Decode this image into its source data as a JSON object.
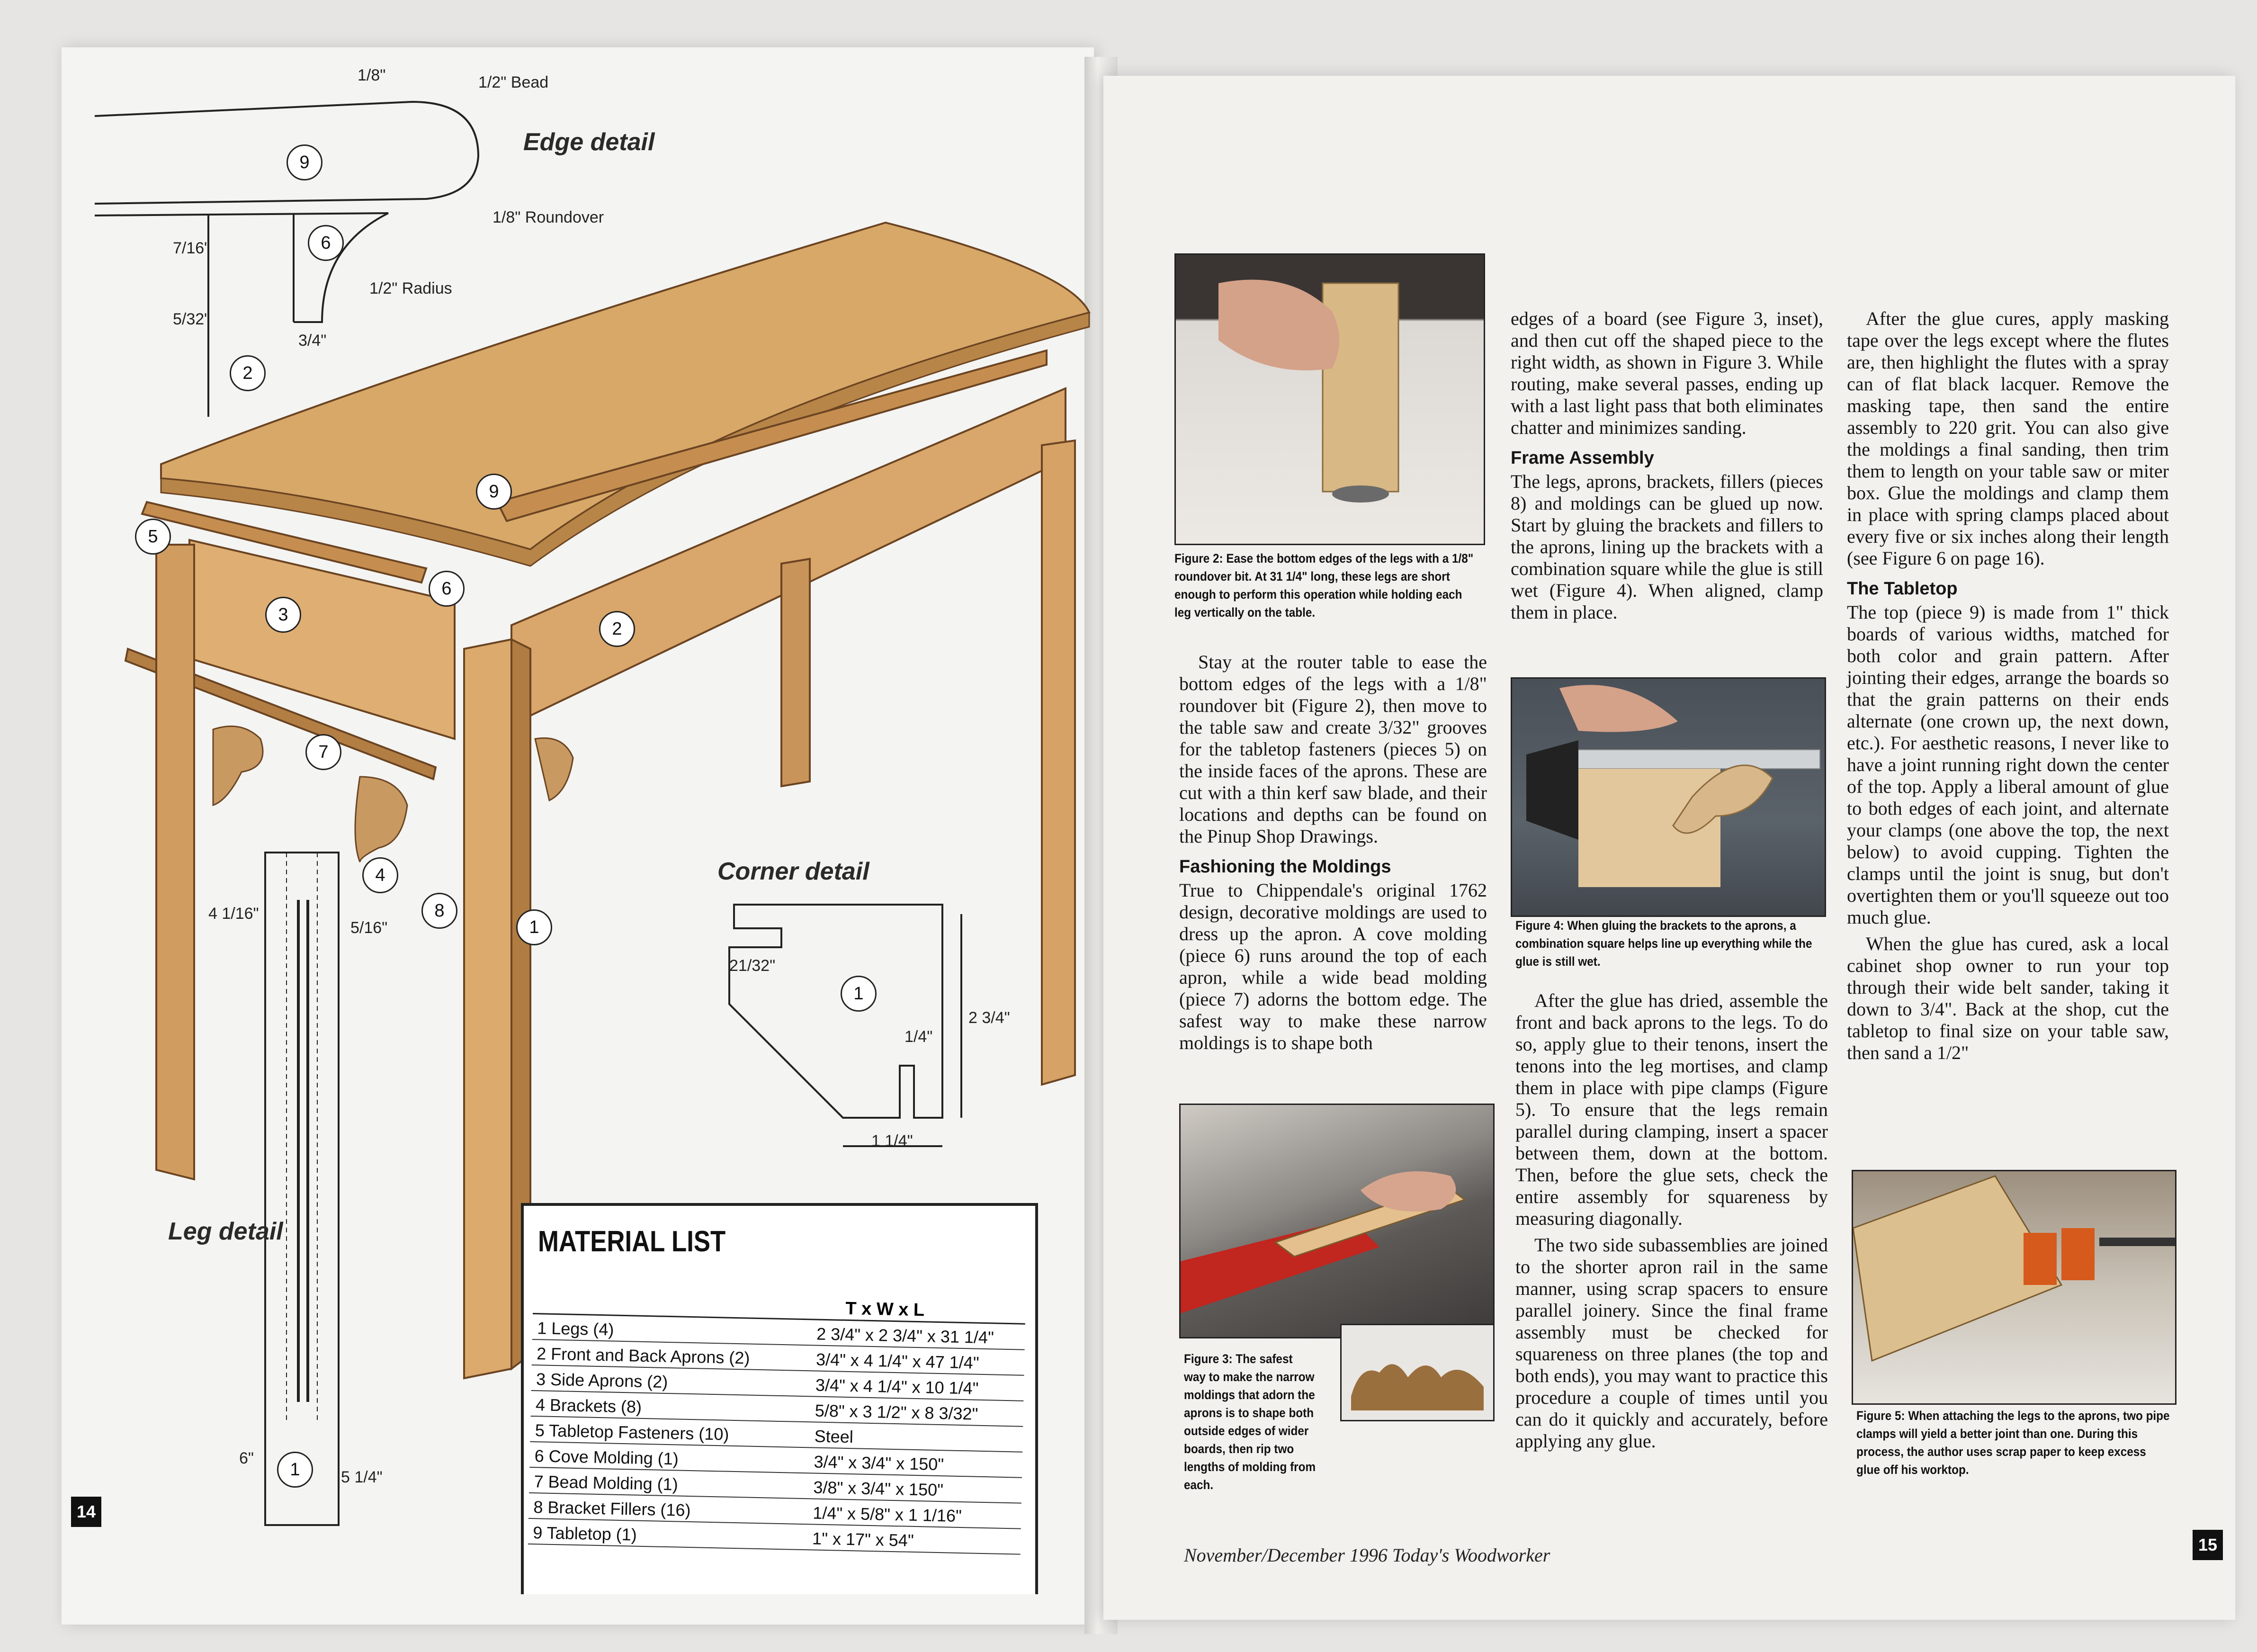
{
  "left_page": {
    "page_number": "14",
    "edge_detail": {
      "title": "Edge detail",
      "bead_dim": "1/8\"",
      "bead_label": "1/2\" Bead",
      "roundover_label": "1/8\" Roundover",
      "radius_label": "1/2\" Radius",
      "dim_a": "7/16\"",
      "dim_b": "5/32\"",
      "dim_c": "3/4\""
    },
    "corner_detail": {
      "title": "Corner detail",
      "dim_a": "21/32\"",
      "dim_b": "1/4\"",
      "dim_c": "2 3/4\"",
      "dim_d": "1 1/4\""
    },
    "leg_detail": {
      "title": "Leg detail",
      "dim_a": "4 1/16\"",
      "dim_b": "5/16\"",
      "dim_c": "6\"",
      "dim_d": "5 1/4\""
    },
    "callouts": [
      "1",
      "2",
      "3",
      "4",
      "5",
      "6",
      "7",
      "8",
      "9"
    ],
    "material_list": {
      "title": "MATERIAL LIST",
      "header": "T x W x L",
      "rows": [
        {
          "part": "1  Legs (4)",
          "dims": "2 3/4\" x 2 3/4\" x 31 1/4\""
        },
        {
          "part": "2  Front and Back Aprons (2)",
          "dims": "3/4\" x 4 1/4\" x 47 1/4\""
        },
        {
          "part": "3  Side Aprons (2)",
          "dims": "3/4\" x 4 1/4\" x 10 1/4\""
        },
        {
          "part": "4  Brackets (8)",
          "dims": "5/8\" x 3 1/2\" x 8 3/32\""
        },
        {
          "part": "5  Tabletop Fasteners (10)",
          "dims": "Steel"
        },
        {
          "part": "6  Cove Molding (1)",
          "dims": "3/4\" x 3/4\" x 150\""
        },
        {
          "part": "7  Bead Molding (1)",
          "dims": "3/8\" x 3/4\" x 150\""
        },
        {
          "part": "8  Bracket Fillers (16)",
          "dims": "1/4\" x 5/8\" x 1 1/16\""
        },
        {
          "part": "9  Tabletop (1)",
          "dims": "1\" x 17\" x 54\""
        }
      ]
    }
  },
  "right_page": {
    "page_number": "15",
    "footer": "November/December 1996   Today's Woodworker",
    "figure2_caption": "Figure 2: Ease the bottom edges of the legs with a 1/8\" roundover bit. At 31 1/4\" long, these legs are short enough to perform this operation while holding each leg vertically on the table.",
    "figure3_caption": "Figure 3: The safest way to make the narrow moldings that adorn the aprons is to shape both outside edges of wider boards, then rip two lengths of molding from each.",
    "figure4_caption": "Figure 4: When gluing the brackets to the aprons, a combination square helps line up everything while the glue is still wet.",
    "figure5_caption": "Figure 5: When attaching the legs to the aprons, two pipe clamps will yield a better joint than one. During this process, the author uses scrap paper to keep excess glue off his worktop.",
    "col1": {
      "p1": "Stay at the router table to ease the bottom edges of the legs with a 1/8\" roundover bit (Figure 2), then move to the table saw and create 3/32\" grooves for the tabletop fasteners (pieces 5) on the inside faces of the aprons. These are cut with a thin kerf saw blade, and their locations and depths can be found on the Pinup Shop Drawings.",
      "h_moldings": "Fashioning the Moldings",
      "p2": "True to Chippendale's original 1762 design, decorative moldings are used to dress up the apron. A cove molding (piece 6) runs around the top of each apron, while a wide bead molding (piece 7) adorns the bottom edge. The safest way to make these narrow moldings is to shape both"
    },
    "col2": {
      "p1": "edges of a board (see Figure 3, inset), and then cut off the shaped piece to the right width, as shown in Figure 3. While routing, make several passes, ending up with a last light pass that both eliminates chatter and minimizes sanding.",
      "h_frame": "Frame Assembly",
      "p2": "The legs, aprons, brackets, fillers (pieces 8) and moldings can be glued up now. Start by gluing the brackets and fillers to the aprons, lining up the brackets with a combination square while the glue is still wet (Figure 4). When aligned, clamp them in place.",
      "p3": "After the glue has dried, assemble the front and back aprons to the legs. To do so, apply glue to their tenons, insert the tenons into the leg mortises, and clamp them in place with pipe clamps (Figure 5). To ensure that the legs remain parallel during clamping, insert a spacer between them, down at the bottom. Then, before the glue sets, check the entire assembly for squareness by measuring diagonally.",
      "p4": "The two side subassemblies are joined to the shorter apron rail in the same manner, using scrap spacers to ensure parallel joinery. Since the final frame assembly must be checked for squareness on three planes (the top and both ends), you may want to practice this procedure a couple of times until you can do it quickly and accurately, before applying any glue."
    },
    "col3": {
      "p1": "After the glue cures, apply masking tape over the legs except where the flutes are, then highlight the flutes with a spray can of flat black lacquer. Remove the masking tape, then sand the entire assembly to 220 grit. You can also give the moldings a final sanding, then trim them to length on your table saw or miter box. Glue the moldings and clamp them in place with spring clamps placed about every five or six inches along their length (see Figure 6 on page 16).",
      "h_top": "The Tabletop",
      "p2": "The top (piece 9) is made from 1\" thick boards of various widths, matched for both color and grain pattern. After jointing their edges, arrange the boards so that the grain patterns on their ends alternate (one crown up, the next down, etc.). For aesthetic reasons, I never like to have a joint running right down the center of the top. Apply a liberal amount of glue to both edges of each joint, and alternate your clamps (one above the top, the next below) to avoid cupping. Tighten the clamps until the joint is snug, but don't overtighten them or you'll squeeze out too much glue.",
      "p3": "When the glue has cured, ask a local cabinet shop owner to run your top through their wide belt sander, taking it down to 3/4\". Back at the shop, cut the tabletop to final size on your table saw, then sand a 1/2\""
    }
  }
}
